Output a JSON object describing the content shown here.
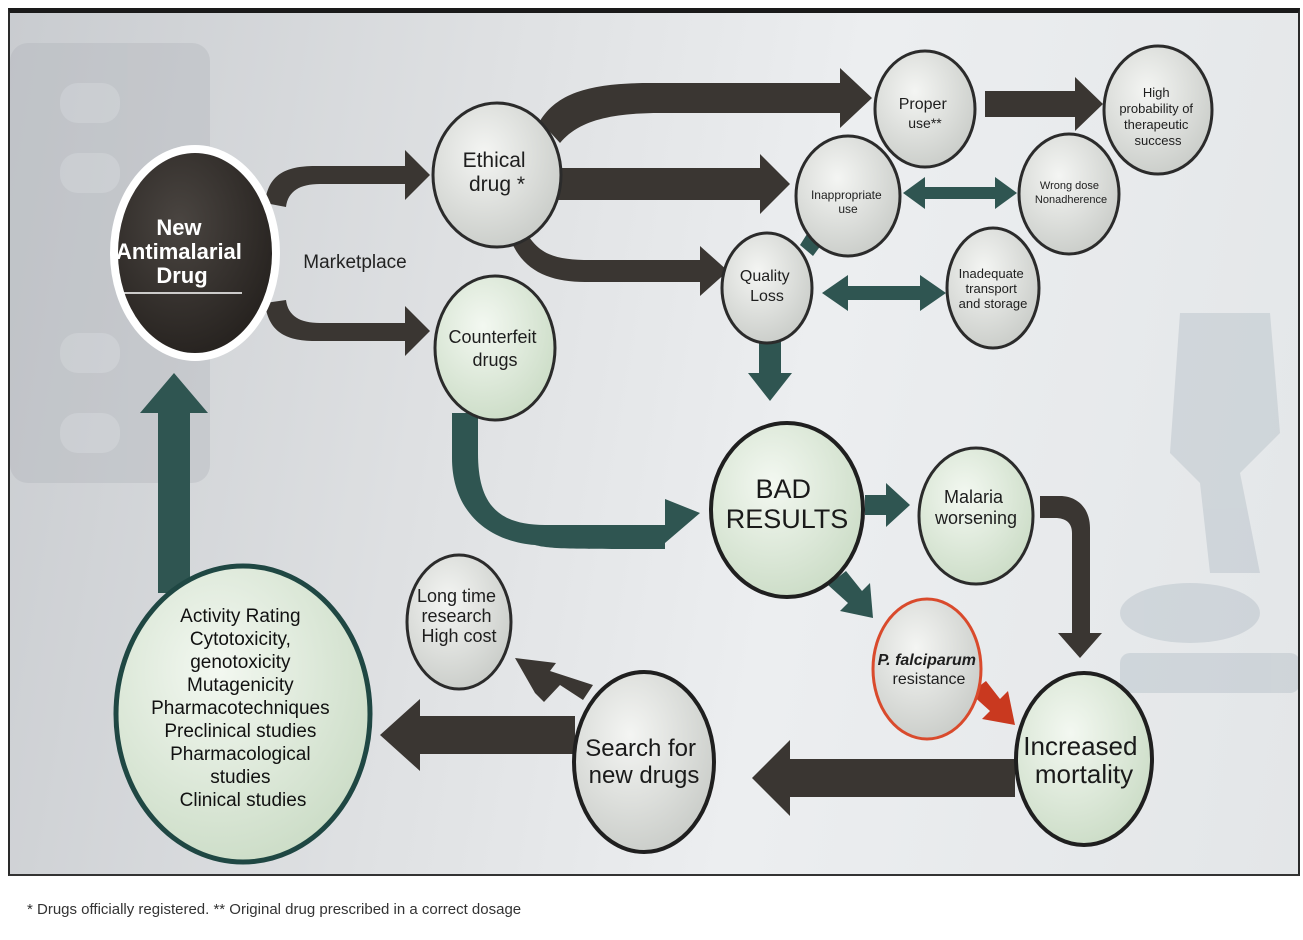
{
  "colors": {
    "dark_arrow": "#3a3632",
    "teal_arrow": "#2f5551",
    "dark_node": "#2e2a27",
    "light_node": "#d8dbd7",
    "green_node": "#dde8da",
    "red_border": "#d94a2c",
    "red_arrow": "#c9391f"
  },
  "nodes": {
    "new_drug": [
      "New",
      "Antimalarial",
      "Drug"
    ],
    "marketplace": "Marketplace",
    "ethical_drug": [
      "Ethical",
      "drug *"
    ],
    "counterfeit": [
      "Counterfeit",
      "drugs"
    ],
    "proper_use": [
      "Proper",
      "use**"
    ],
    "high_probability": [
      "High",
      "probability of",
      "therapeutic",
      "success"
    ],
    "inappropriate_use": [
      "Inappropriate",
      "use"
    ],
    "wrong_dose": [
      "Wrong dose",
      "Nonadherence"
    ],
    "quality_loss": [
      "Quality",
      "Loss"
    ],
    "inadequate_transport": [
      "Inadequate",
      "transport",
      "and storage"
    ],
    "bad_results": [
      "BAD",
      "RESULTS"
    ],
    "malaria_worsening": [
      "Malaria",
      "worsening"
    ],
    "p_falciparum": [
      "P. falciparum",
      "resistance"
    ],
    "increased_mortality": [
      "Increased",
      "mortality"
    ],
    "search_new_drugs": [
      "Search for",
      "new drugs"
    ],
    "long_time": [
      "Long time",
      "research",
      "High cost"
    ],
    "activity_rating": [
      "Activity Rating",
      "Cytotoxicity,",
      "genotoxicity",
      "Mutagenicity",
      "Pharmacotechniques",
      "Preclinical studies",
      "Pharmacological",
      "studies",
      "Clinical studies"
    ]
  },
  "footnote": "* Drugs officially registered. ** Original drug prescribed in a correct dosage"
}
